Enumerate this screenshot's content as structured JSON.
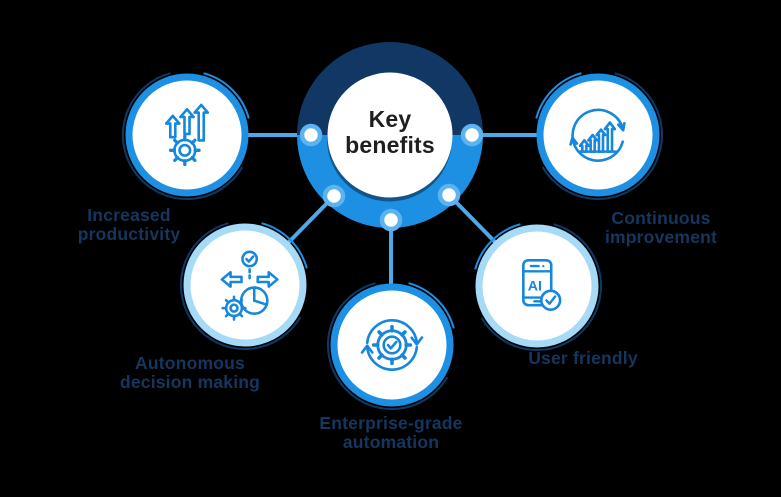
{
  "hub": {
    "title": "Key\nbenefits"
  },
  "colors": {
    "navy": "#113865",
    "blue": "#1E90E4",
    "light": "#A6DBF7",
    "line": "#4FA8E8",
    "dot_ring": "#5CB3EE",
    "label": "#15375F",
    "icon": "#1787DB",
    "hub_text": "#1F1F1F",
    "background": "#000000"
  },
  "satellites": [
    {
      "label": "Increased\nproductivity",
      "icon": "growth-arrows-gear-icon"
    },
    {
      "label": "Autonomous\ndecision making",
      "icon": "decision-paths-icon"
    },
    {
      "label": "Enterprise-grade\nautomation",
      "icon": "automation-gear-cycle-icon"
    },
    {
      "label": "User friendly",
      "icon": "ai-phone-check-icon",
      "icon_text": "AI"
    },
    {
      "label": "Continuous\nimprovement",
      "icon": "growth-cycle-icon"
    }
  ]
}
